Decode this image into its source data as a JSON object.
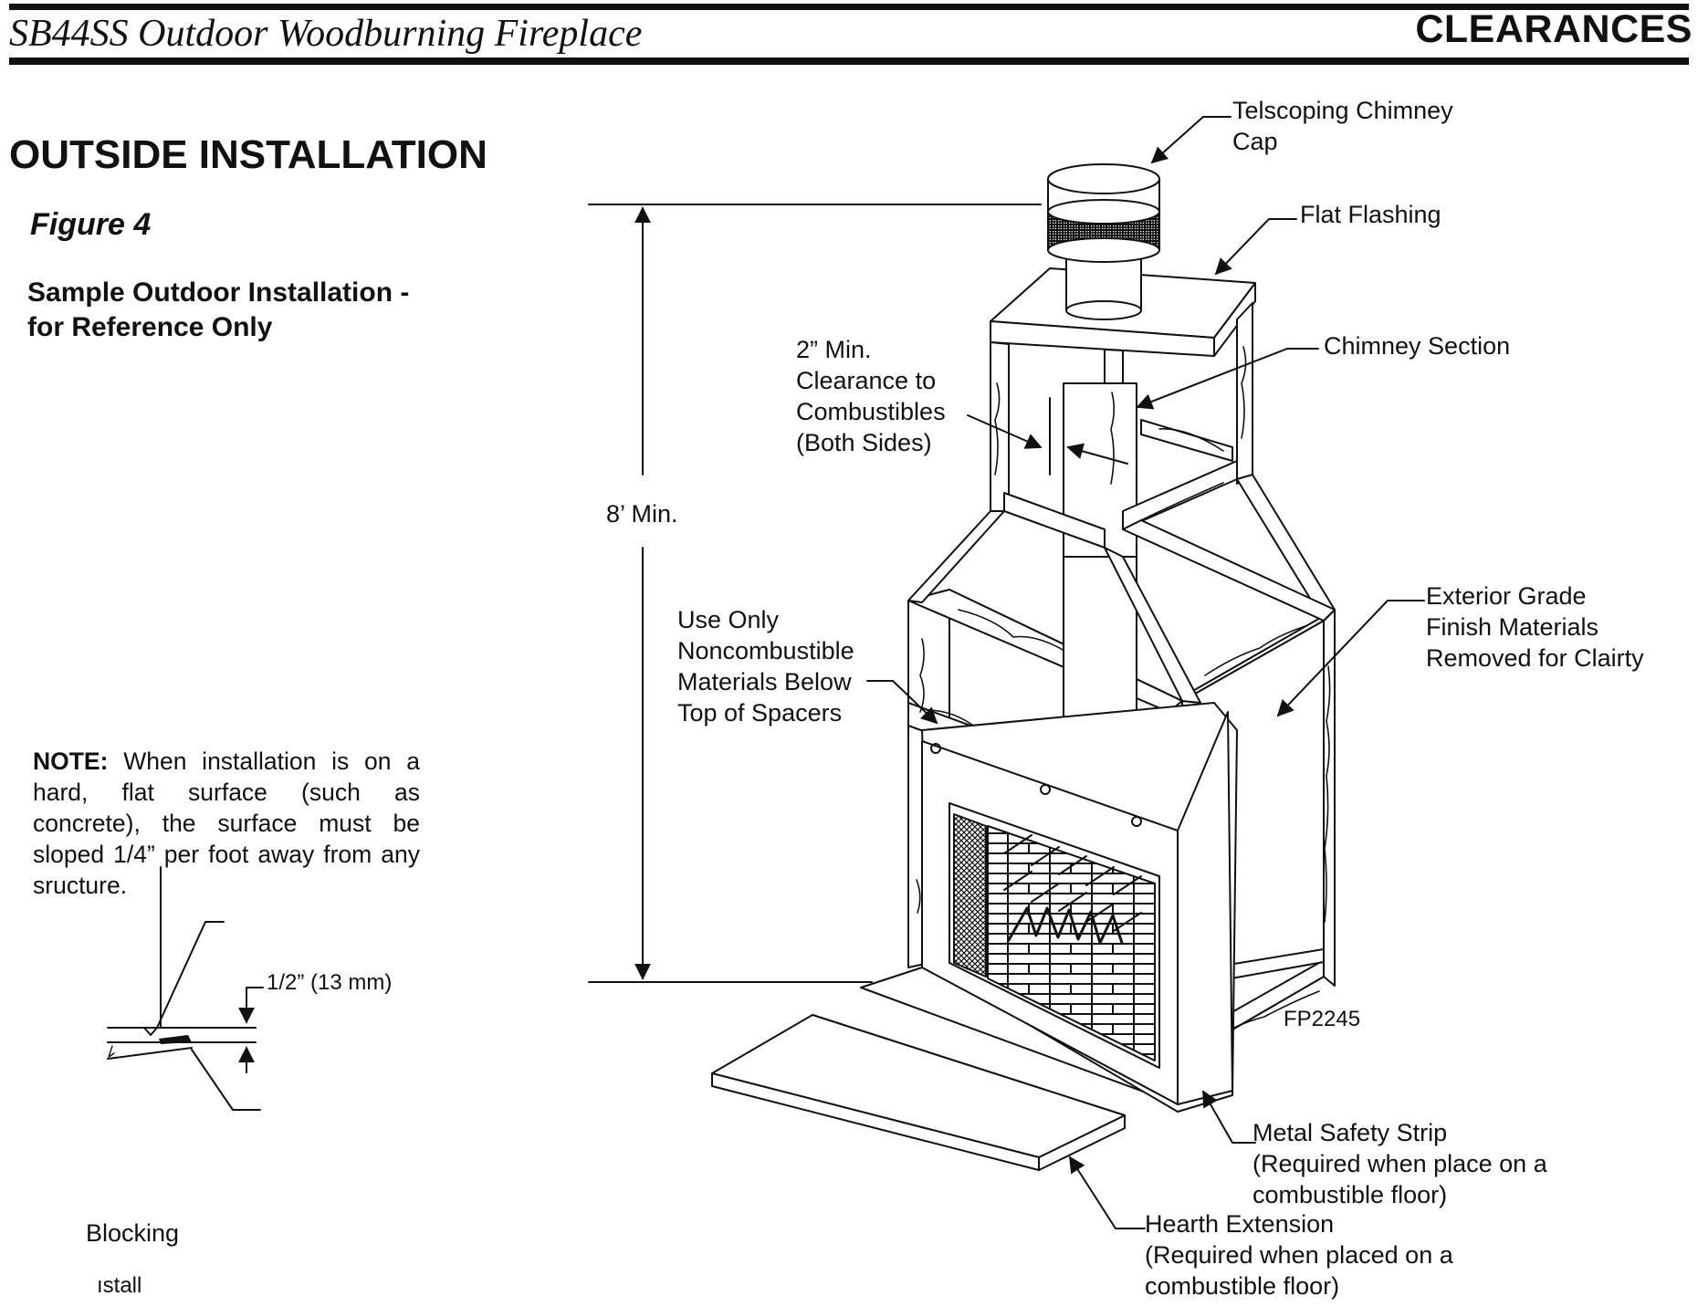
{
  "header": {
    "doc_title": "SB44SS Outdoor Woodburning Fireplace",
    "section": "CLEARANCES"
  },
  "page": {
    "heading": "OUTSIDE INSTALLATION",
    "figure_label": "Figure 4",
    "figure_caption": "Sample Outdoor Installation -\nfor  Reference Only"
  },
  "note": {
    "lead": "NOTE:",
    "text": "When installation is on a hard, flat surface (such as concrete), the surface must be sloped 1/4” per foot away from any sructure."
  },
  "callouts": {
    "chimney_cap": "Telscoping Chimney\nCap",
    "flat_flashing": "Flat Flashing",
    "chimney_section": "Chimney Section",
    "clearance": "2” Min.\nClearance to\nCombustibles\n(Both Sides)",
    "height": "8’ Min.",
    "noncombustible": "Use Only\nNoncombustible\nMaterials Below\nTop of Spacers",
    "exterior": "Exterior Grade\nFinish Materials\nRemoved for Clairty",
    "drawing_number": "FP2245",
    "metal_strip": "Metal Safety Strip\n(Required when place on a\ncombustible floor)",
    "hearth": "Hearth Extension\n(Required when placed on a\ncombustible floor)"
  },
  "detail": {
    "dimension": "1/2” (13 mm)",
    "blocking": "Blocking",
    "install_fragment": "ıstall"
  }
}
